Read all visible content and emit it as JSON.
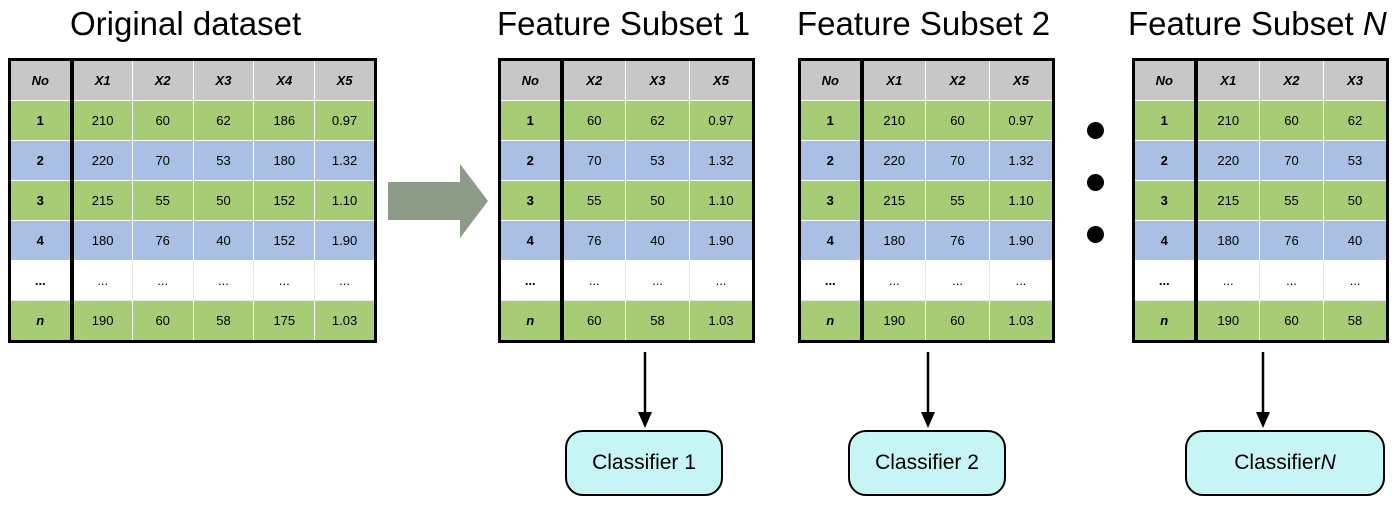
{
  "panels": [
    {
      "title": "Original dataset",
      "headers": [
        "No",
        "X1",
        "X2",
        "X3",
        "X4",
        "X5"
      ],
      "rows": [
        [
          "1",
          "210",
          "60",
          "62",
          "186",
          "0.97"
        ],
        [
          "2",
          "220",
          "70",
          "53",
          "180",
          "1.32"
        ],
        [
          "3",
          "215",
          "55",
          "50",
          "152",
          "1.10"
        ],
        [
          "4",
          "180",
          "76",
          "40",
          "152",
          "1.90"
        ],
        [
          "...",
          "...",
          "...",
          "...",
          "...",
          "..."
        ],
        [
          "n",
          "190",
          "60",
          "58",
          "175",
          "1.03"
        ]
      ]
    },
    {
      "title": "Feature Subset 1",
      "headers": [
        "No",
        "X2",
        "X3",
        "X5"
      ],
      "rows": [
        [
          "1",
          "60",
          "62",
          "0.97"
        ],
        [
          "2",
          "70",
          "53",
          "1.32"
        ],
        [
          "3",
          "55",
          "50",
          "1.10"
        ],
        [
          "4",
          "76",
          "40",
          "1.90"
        ],
        [
          "...",
          "...",
          "...",
          "..."
        ],
        [
          "n",
          "60",
          "58",
          "1.03"
        ]
      ],
      "classifier": "Classifier 1"
    },
    {
      "title": "Feature Subset 2",
      "headers": [
        "No",
        "X1",
        "X2",
        "X5"
      ],
      "rows": [
        [
          "1",
          "210",
          "60",
          "0.97"
        ],
        [
          "2",
          "220",
          "70",
          "1.32"
        ],
        [
          "3",
          "215",
          "55",
          "1.10"
        ],
        [
          "4",
          "180",
          "76",
          "1.90"
        ],
        [
          "...",
          "...",
          "...",
          "..."
        ],
        [
          "n",
          "190",
          "60",
          "1.03"
        ]
      ],
      "classifier": "Classifier 2"
    },
    {
      "title": "Feature Subset ",
      "title_italic": "N",
      "headers": [
        "No",
        "X1",
        "X2",
        "X3"
      ],
      "rows": [
        [
          "1",
          "210",
          "60",
          "62"
        ],
        [
          "2",
          "220",
          "70",
          "53"
        ],
        [
          "3",
          "215",
          "55",
          "50"
        ],
        [
          "4",
          "180",
          "76",
          "40"
        ],
        [
          "...",
          "...",
          "...",
          "..."
        ],
        [
          "n",
          "190",
          "60",
          "58"
        ]
      ],
      "classifier": "Classifier ",
      "classifier_italic": "N"
    }
  ],
  "colors": {
    "header": "#c7c7c7",
    "row_green": "#a6cc76",
    "row_blue": "#a9bfe3",
    "classifier_fill": "#c7f5f5",
    "big_arrow": "#8c9a88"
  }
}
